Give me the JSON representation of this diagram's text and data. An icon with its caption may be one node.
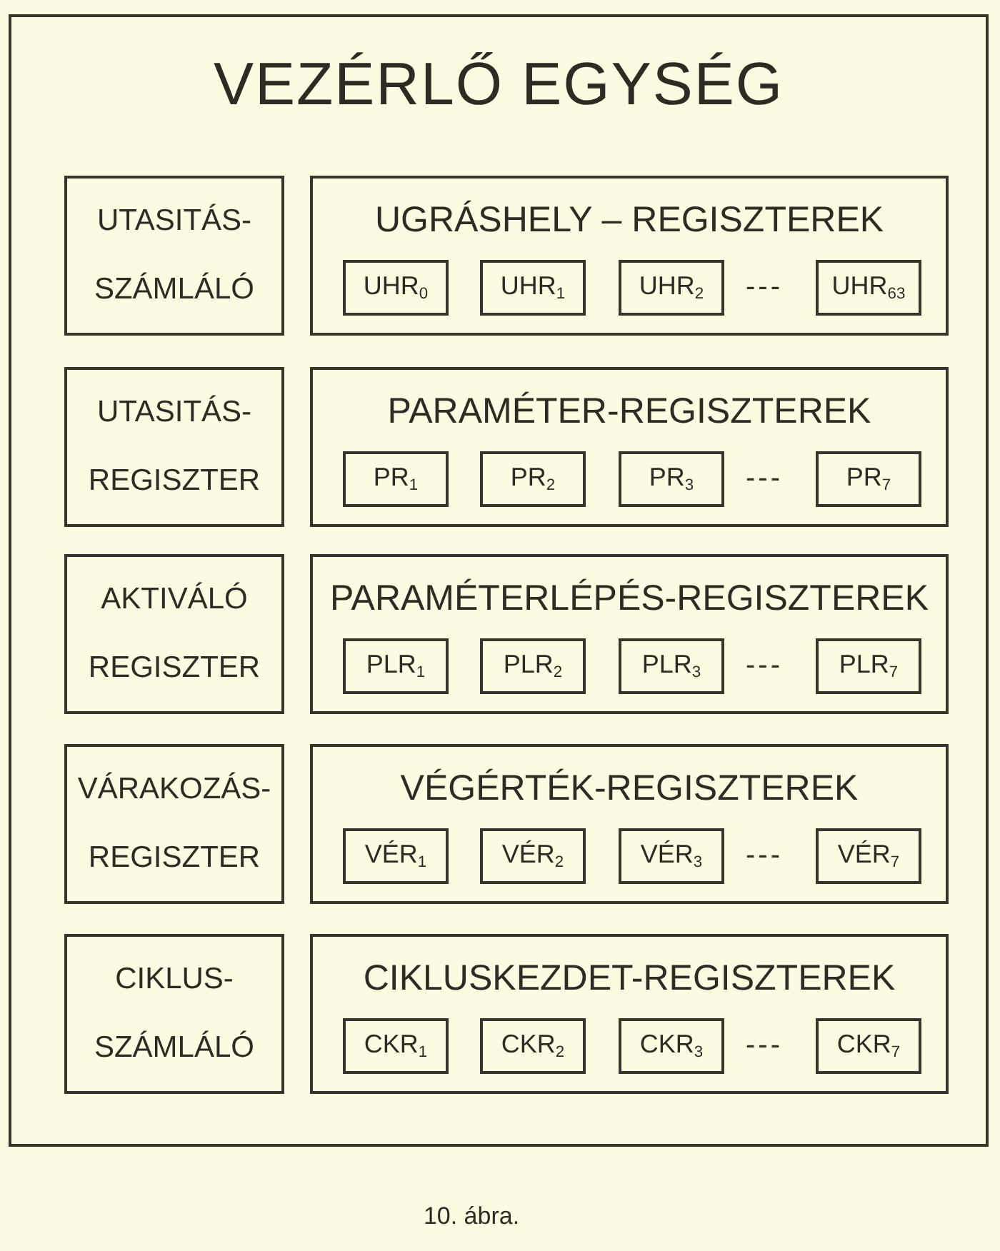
{
  "diagram": {
    "caption": "10. ábra.",
    "nodes": [
      {
        "text": [
          "VEZÉRLŐ EGYSÉG"
        ]
      },
      {
        "text": [
          "UTASITÁS- SZÁMLÁLÓ"
        ],
        "in": 0
      },
      {
        "text": [
          "UGRÁSHELY – REGISZTEREK"
        ],
        "in": 0
      },
      {
        "text": [
          "UHR$_{0}$"
        ],
        "in": 2
      },
      {
        "text": [
          "UHR$_{1}$"
        ],
        "in": 2
      },
      {
        "text": [
          "UHR$_{2}$"
        ],
        "in": 2
      },
      {
        "text": [
          "UHR$_{63}$"
        ],
        "in": 2
      },
      {
        "text": [
          "UTASITÁS- REGISZTER"
        ],
        "in": 0
      },
      {
        "text": [
          "PARAMÉTER-REGISZTEREK"
        ],
        "in": 0
      },
      {
        "text": [
          "PR$_{1}$"
        ],
        "in": 8
      },
      {
        "text": [
          "PR$_{2}$"
        ],
        "in": 8
      },
      {
        "text": [
          "PR$_{3}$"
        ],
        "in": 8
      },
      {
        "text": [
          "PR$_{7}$"
        ],
        "in": 8
      },
      {
        "text": [
          "AKTIVÁLÓ REGISZTER"
        ],
        "in": 0
      },
      {
        "text": [
          "PARAMÉTERLÉPÉS-REGISZTEREK"
        ],
        "in": 0
      },
      {
        "text": [
          "PLR$_{1}$"
        ],
        "in": 14
      },
      {
        "text": [
          "PLR$_{2}$"
        ],
        "in": 14
      },
      {
        "text": [
          "PLR$_{3}$"
        ],
        "in": 14
      },
      {
        "text": [
          "PLR$_{7}$"
        ],
        "in": 14
      },
      {
        "text": [
          "VÁRAKOZÁS- REGISZTER"
        ],
        "in": 0
      },
      {
        "text": [
          "VÉGÉRTÉK-REGISZTEREK"
        ],
        "in": 0
      },
      {
        "text": [
          "VÉR$_{1}$"
        ],
        "in": 20
      },
      {
        "text": [
          "VÉR$_{2}$"
        ],
        "in": 20
      },
      {
        "text": [
          "VÉR$_{3}$"
        ],
        "in": 20
      },
      {
        "text": [
          "VÉR$_{7}$"
        ],
        "in": 20
      },
      {
        "text": [
          "CIKLUS- SZÁMLÁLÓ"
        ],
        "in": 0
      },
      {
        "text": [
          "CIKLUSKEZDET-REGISZTEREK"
        ],
        "in": 0
      },
      {
        "text": [
          "CKR$_{1}$"
        ],
        "in": 26
      },
      {
        "text": [
          "CKR$_{2}$"
        ],
        "in": 26
      },
      {
        "text": [
          "CKR$_{3}$"
        ],
        "in": 26
      },
      {
        "text": [
          "CKR$_{7}$"
        ],
        "in": 26
      }
    ],
    "labels": [
      "---",
      "---",
      "---",
      "---",
      "---"
    ]
  }
}
